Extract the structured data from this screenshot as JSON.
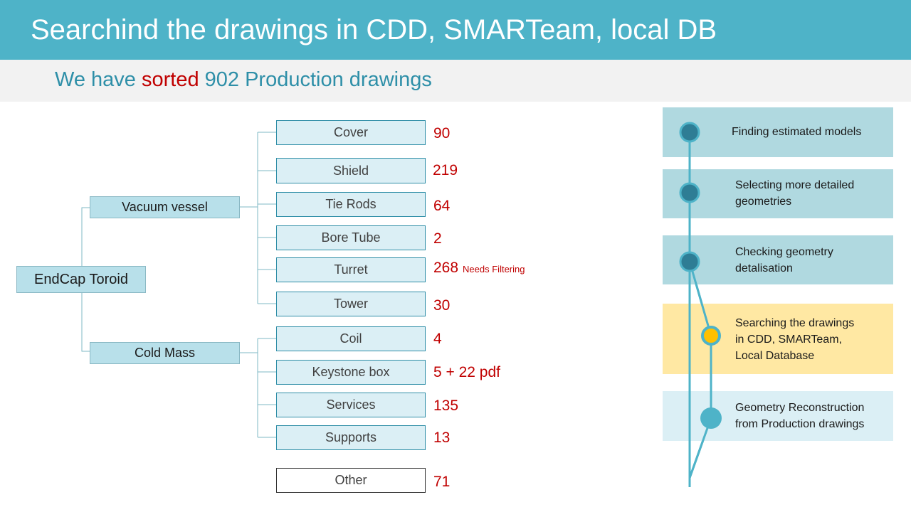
{
  "header": {
    "title": "Searchind the drawings in CDD, SMARTeam, local DB"
  },
  "subtitle": {
    "prefix": "We have ",
    "highlight": "sorted",
    "suffix": " 902 Production drawings"
  },
  "tree": {
    "root": "EndCap Toroid",
    "groups": [
      {
        "label": "Vacuum vessel"
      },
      {
        "label": "Cold Mass"
      }
    ],
    "items": [
      {
        "label": "Cover",
        "count": "90"
      },
      {
        "label": "Shield",
        "count": "219"
      },
      {
        "label": "Tie Rods",
        "count": "64"
      },
      {
        "label": "Bore Tube",
        "count": "2"
      },
      {
        "label": "Turret",
        "count": "268",
        "note": "Needs Filtering"
      },
      {
        "label": "Tower",
        "count": "30"
      },
      {
        "label": "Coil",
        "count": "4"
      },
      {
        "label": "Keystone box",
        "count": "5 + 22 pdf"
      },
      {
        "label": "Services",
        "count": "135"
      },
      {
        "label": "Supports",
        "count": "13"
      },
      {
        "label": "Other",
        "count": "71"
      }
    ]
  },
  "steps": [
    {
      "line1": "Finding estimated models",
      "line2": "",
      "line3": "",
      "state": "done"
    },
    {
      "line1": "Selecting more detailed",
      "line2": "geometries",
      "line3": "",
      "state": "done"
    },
    {
      "line1": "Checking geometry",
      "line2": "detalisation",
      "line3": "",
      "state": "done"
    },
    {
      "line1": "Searching the drawings",
      "line2": "in CDD, SMARTeam,",
      "line3": "Local Database",
      "state": "current"
    },
    {
      "line1": "Geometry Reconstruction",
      "line2": "from Production drawings",
      "line3": "",
      "state": "next"
    }
  ],
  "colors": {
    "header": "#4eb3c8",
    "subtitle_text": "#2e8fa8",
    "highlight": "#c00000",
    "done_step": "#b0d9e0",
    "current_step": "#ffe8a3",
    "next_step": "#dbeff5",
    "current_marker": "#ffc000"
  }
}
